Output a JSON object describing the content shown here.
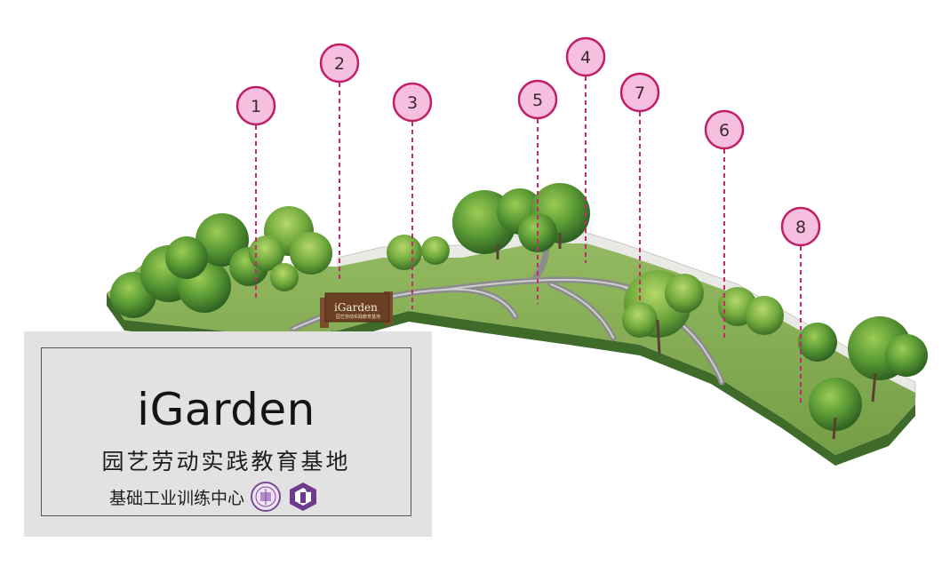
{
  "sign": {
    "text": "iGarden",
    "subtext": "园艺劳动实践教育基地"
  },
  "markers": [
    {
      "label": "1"
    },
    {
      "label": "2"
    },
    {
      "label": "3"
    },
    {
      "label": "4"
    },
    {
      "label": "5"
    },
    {
      "label": "6"
    },
    {
      "label": "7"
    },
    {
      "label": "8"
    }
  ],
  "panel": {
    "title": "iGarden",
    "subtitle": "园艺劳动实践教育基地",
    "org": "基础工业训练中心"
  },
  "colors": {
    "marker_fill": "#f6bfe0",
    "marker_stroke": "#c21e65",
    "leader": "#c8266d",
    "lawn": "#88ad56",
    "path": "#8c8c8c",
    "tree": "#4f8a2f",
    "logo_purple": "#6d3a8c"
  }
}
